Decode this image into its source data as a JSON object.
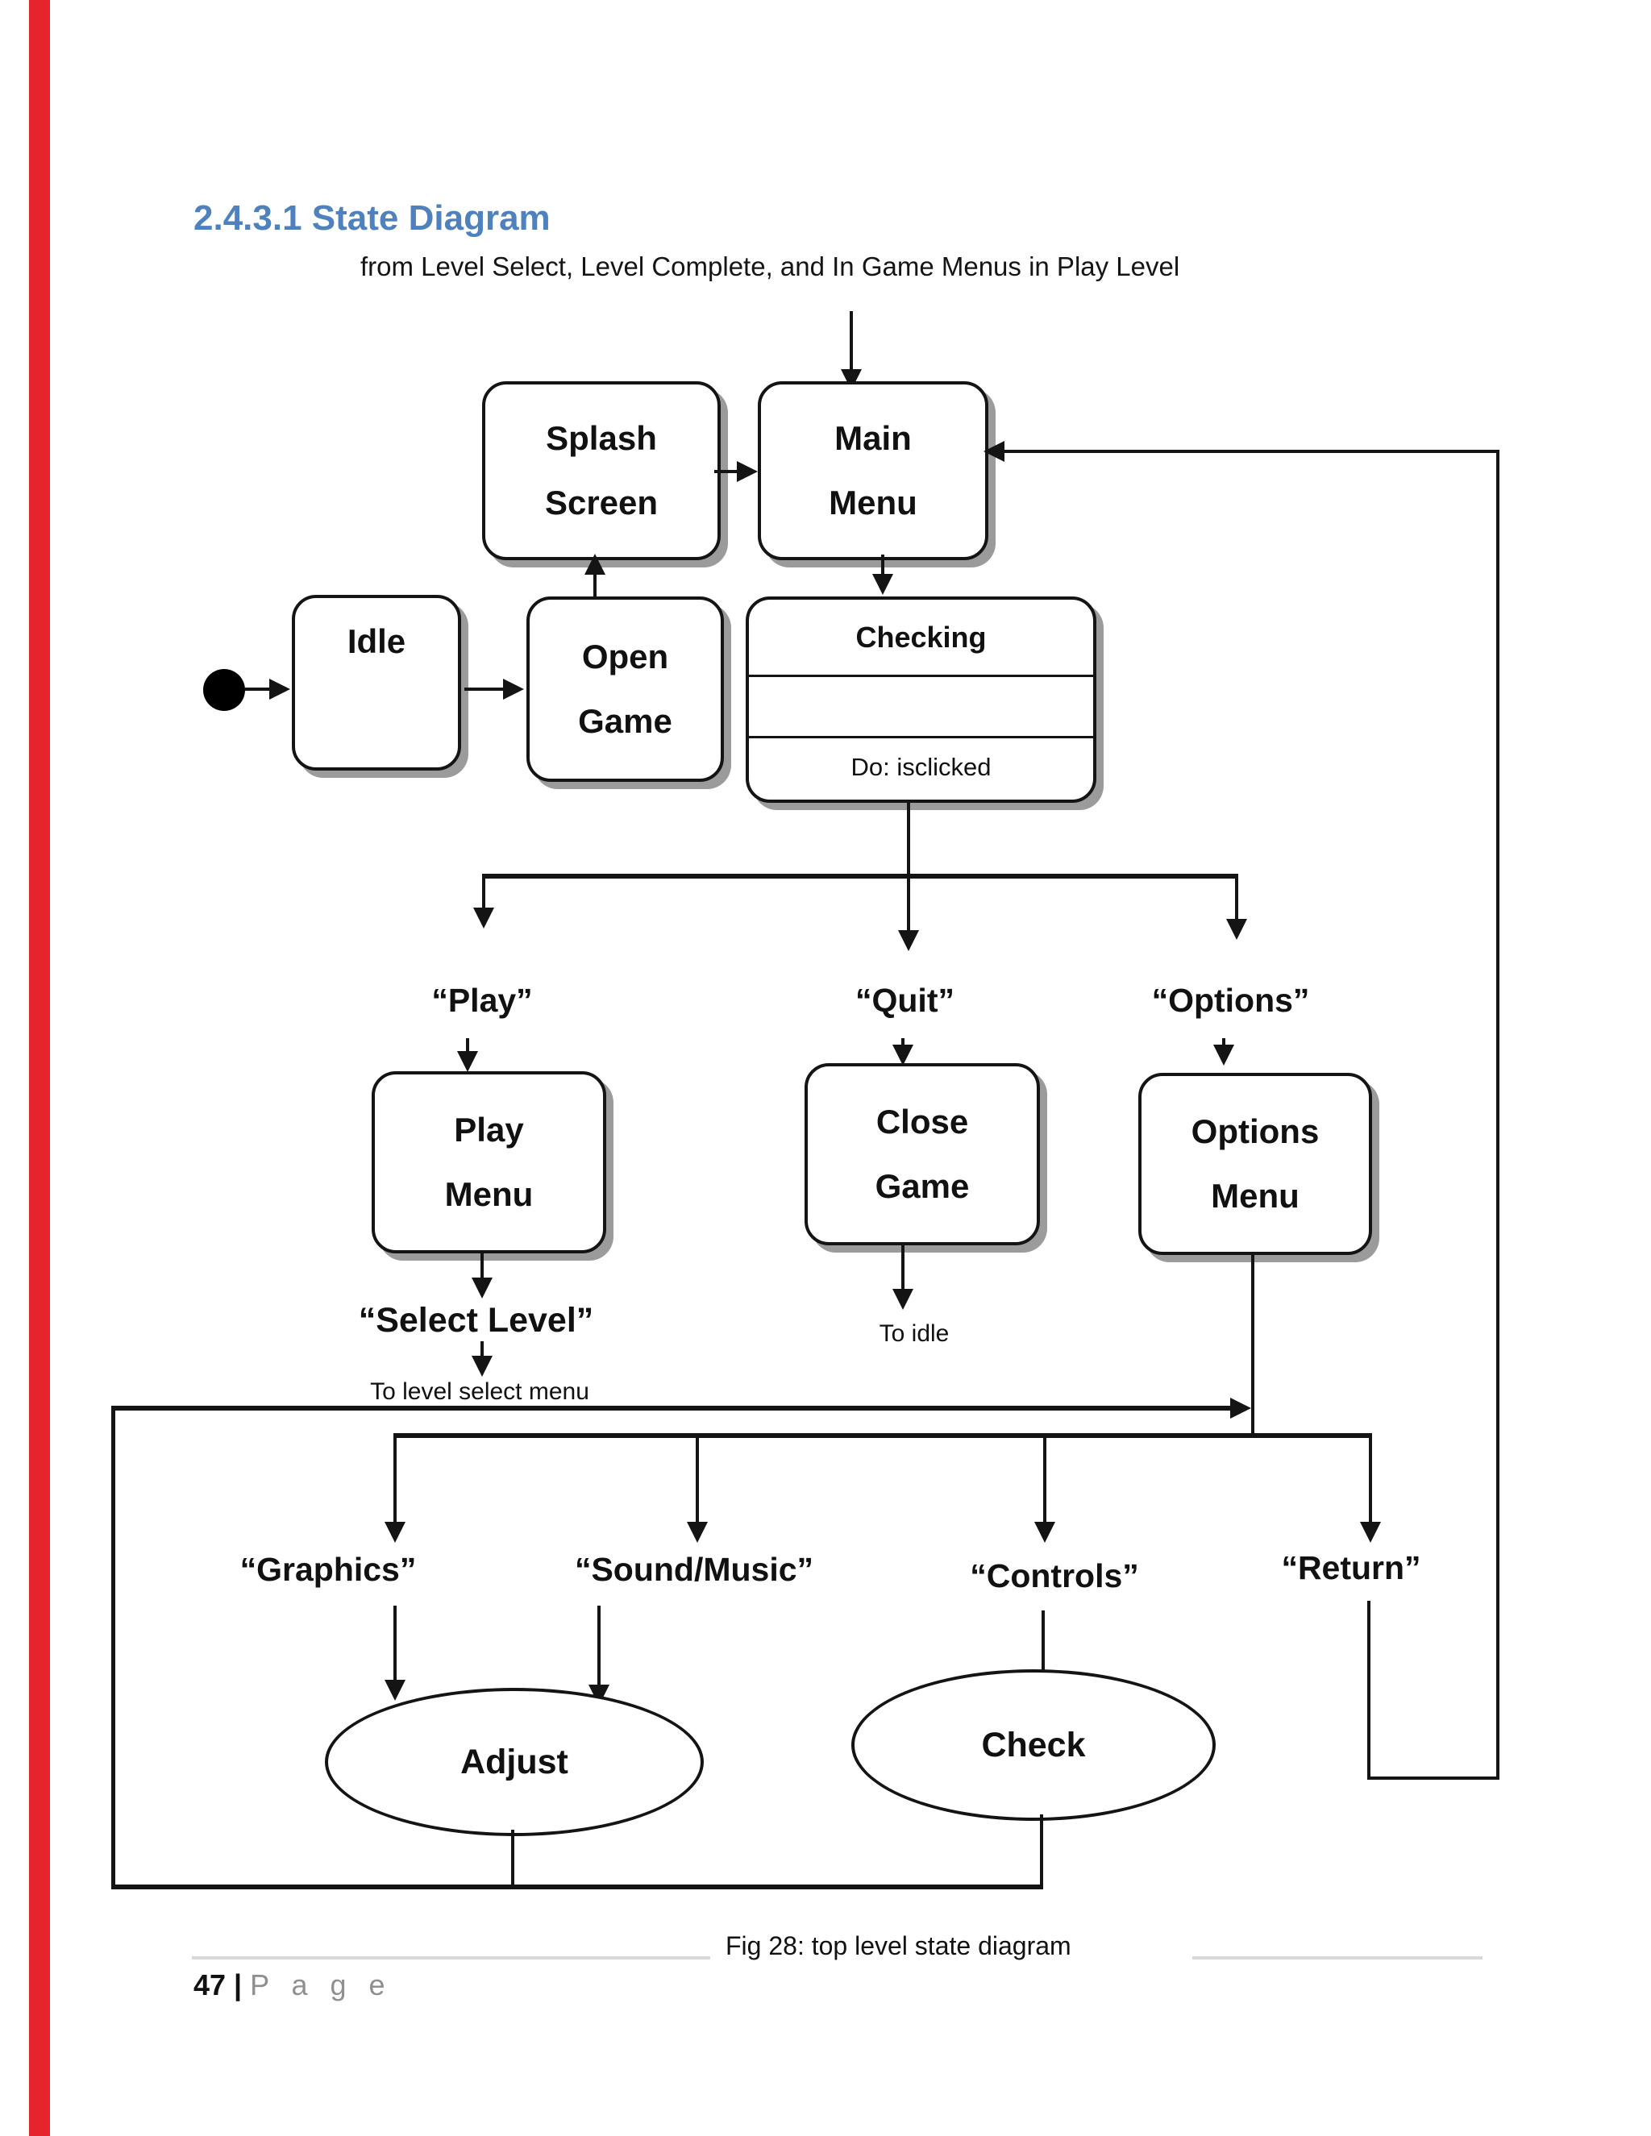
{
  "page": {
    "heading": "2.4.3.1 State Diagram",
    "subtitle": "from Level Select, Level Complete, and In Game Menus in Play Level",
    "caption": "Fig 28: top level state diagram",
    "page_number": "47",
    "page_word": "P a g e",
    "heading_color": "#4e81bd",
    "edge_bar_color": "#e5242c",
    "line_color": "#141414",
    "shadow_color": "#9b9b9b",
    "rule_color": "#d9d9d9"
  },
  "diagram": {
    "states": {
      "splash_screen": {
        "line1": "Splash",
        "line2": "Screen"
      },
      "main_menu": {
        "line1": "Main",
        "line2": "Menu"
      },
      "idle": {
        "label": "Idle"
      },
      "open_game": {
        "line1": "Open",
        "line2": "Game"
      },
      "checking": {
        "title": "Checking",
        "action": "Do: isclicked"
      },
      "play_menu": {
        "line1": "Play",
        "line2": "Menu"
      },
      "close_game": {
        "line1": "Close",
        "line2": "Game"
      },
      "options_menu": {
        "line1": "Options",
        "line2": "Menu"
      },
      "adjust": {
        "label": "Adjust"
      },
      "check": {
        "label": "Check"
      }
    },
    "transitions": {
      "play": "“Play”",
      "quit": "“Quit”",
      "options": "“Options”",
      "select_level": "“Select Level”",
      "to_level_select": "To level select menu",
      "to_idle": "To idle",
      "graphics": "“Graphics”",
      "sound_music": "“Sound/Music”",
      "controls": "“Controls”",
      "return": "“Return”"
    }
  }
}
